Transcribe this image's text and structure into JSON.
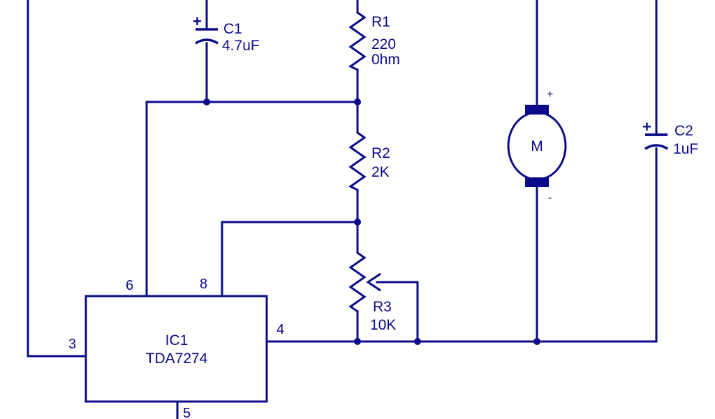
{
  "components": {
    "c1": {
      "ref": "C1",
      "value": "4.7uF",
      "polarity": "+"
    },
    "r1": {
      "ref": "R1",
      "value_line1": "220",
      "value_line2": "0hm"
    },
    "r2": {
      "ref": "R2",
      "value": "2K"
    },
    "r3": {
      "ref": "R3",
      "value": "10K"
    },
    "motor": {
      "label": "M",
      "plus": "+",
      "minus": "-"
    },
    "c2": {
      "ref": "C2",
      "value": "1uF",
      "polarity": "+"
    },
    "ic1": {
      "ref": "IC1",
      "part": "TDA7274"
    }
  },
  "pins": {
    "p3": "3",
    "p4": "4",
    "p5": "5",
    "p6": "6",
    "p8": "8"
  },
  "colors": {
    "ink": "#0a0a8a",
    "background": "#ffffff"
  }
}
